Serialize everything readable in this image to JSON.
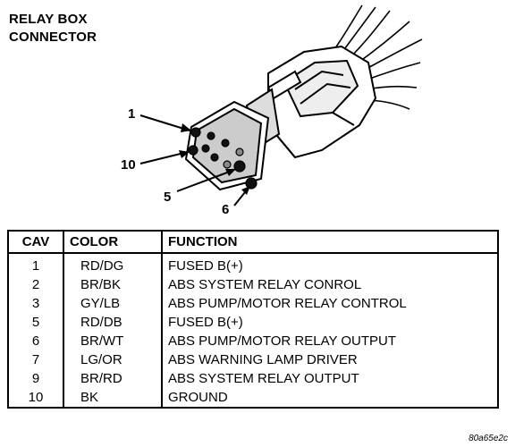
{
  "title": {
    "line1": "RELAY BOX",
    "line2": "CONNECTOR"
  },
  "callouts": {
    "c1": "1",
    "c10": "10",
    "c5": "5",
    "c6": "6"
  },
  "table": {
    "headers": {
      "cav": "CAV",
      "color": "COLOR",
      "function": "FUNCTION"
    },
    "rows": [
      {
        "cav": "1",
        "color": "RD/DG",
        "function": "FUSED B(+)"
      },
      {
        "cav": "2",
        "color": "BR/BK",
        "function": "ABS SYSTEM RELAY CONROL"
      },
      {
        "cav": "3",
        "color": "GY/LB",
        "function": "ABS PUMP/MOTOR RELAY CONTROL"
      },
      {
        "cav": "5",
        "color": "RD/DB",
        "function": "FUSED B(+)"
      },
      {
        "cav": "6",
        "color": "BR/WT",
        "function": "ABS PUMP/MOTOR RELAY OUTPUT"
      },
      {
        "cav": "7",
        "color": "LG/OR",
        "function": "ABS WARNING LAMP DRIVER"
      },
      {
        "cav": "9",
        "color": "BR/RD",
        "function": "ABS SYSTEM RELAY OUTPUT"
      },
      {
        "cav": "10",
        "color": "BK",
        "function": "GROUND"
      }
    ]
  },
  "reference_code": "80a65e2c"
}
